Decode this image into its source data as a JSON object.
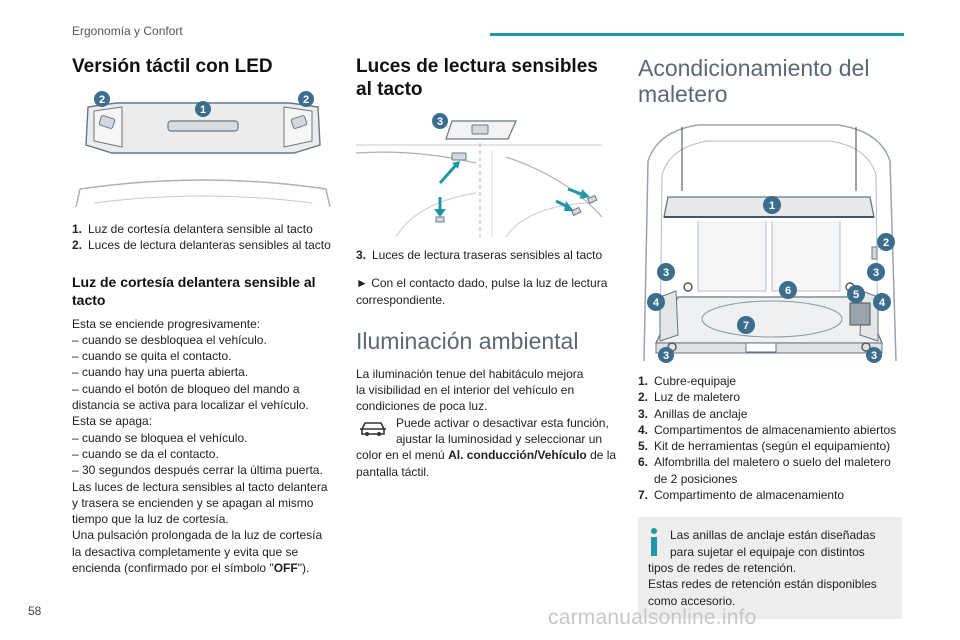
{
  "header": {
    "title": "Ergonomía y Confort"
  },
  "page_number": "58",
  "watermark": "carmanualsonline.info",
  "col1": {
    "heading": "Versión táctil con LED",
    "legend": [
      {
        "num": "1.",
        "text": "Luz de cortesía delantera sensible al tacto"
      },
      {
        "num": "2.",
        "text": "Luces de lectura delanteras sensibles al tacto"
      }
    ],
    "subheading": "Luz de cortesía delantera sensible al tacto",
    "body_lines": [
      "Esta se enciende progresivamente:",
      "– cuando se desbloquea el vehículo.",
      "– cuando se quita el contacto.",
      "– cuando hay una puerta abierta.",
      "– cuando el botón de bloqueo del mando a",
      "distancia se activa para localizar el vehículo.",
      "Esta se apaga:",
      "– cuando se bloquea el vehículo.",
      "– cuando se da el contacto.",
      "– 30 segundos después cerrar la última puerta.",
      "Las luces de lectura sensibles al tacto delantera",
      "y trasera se encienden y se apagan al mismo",
      "tiempo que la luz de cortesía.",
      "Una pulsación prolongada de la luz de cortesía",
      "la desactiva completamente y evita que se"
    ],
    "last_line_pre": "encienda (confirmado por el símbolo \"",
    "last_line_bold": "OFF",
    "last_line_post": "\").",
    "figure_badges": [
      "2",
      "1",
      "2"
    ]
  },
  "col2": {
    "heading": "Luces de lectura sensibles al tacto",
    "figure_badges": [
      "3"
    ],
    "legend": [
      {
        "num": "3.",
        "text": "Luces de lectura traseras sensibles al tacto"
      }
    ],
    "instruction_lines": [
      "► Con el contacto dado, pulse la luz de lectura",
      "correspondiente."
    ],
    "heading2": "Iluminación ambiental",
    "ambient_lines": [
      "La iluminación tenue del habitáculo mejora",
      "la visibilidad en el interior del vehículo en",
      "condiciones de poca luz."
    ],
    "note_line1": "Puede activar o desactivar esta función,",
    "note_line2": "ajustar la luminosidad y seleccionar un",
    "note_line3_pre": "color en el menú ",
    "note_line3_bold": "Al. conducción/Vehículo",
    "note_line3_post": " de la",
    "note_line4": "pantalla táctil."
  },
  "col3": {
    "heading": "Acondicionamiento del maletero",
    "figure_badges": [
      "1",
      "2",
      "3",
      "6",
      "3",
      "5",
      "4",
      "4",
      "7",
      "3",
      "3"
    ],
    "legend": [
      {
        "num": "1.",
        "text": "Cubre-equipaje"
      },
      {
        "num": "2.",
        "text": "Luz de maletero"
      },
      {
        "num": "3.",
        "text": "Anillas de anclaje"
      },
      {
        "num": "4.",
        "text": "Compartimentos de almacenamiento abiertos"
      },
      {
        "num": "5.",
        "text": "Kit de herramientas (según el equipamiento)"
      },
      {
        "num": "6.",
        "text": "Alfombrilla del maletero o suelo del maletero de 2 posiciones"
      },
      {
        "num": "7.",
        "text": "Compartimento de almacenamiento"
      }
    ],
    "info_lines": [
      "Las anillas de anclaje están diseñadas",
      "para sujetar el equipaje con distintos",
      "tipos de redes de retención.",
      "Estas redes de retención están disponibles",
      "como accesorio."
    ]
  },
  "colors": {
    "accent": "#1f97a6",
    "badge": "#3b6e8c",
    "info_bg": "#eceef0"
  }
}
